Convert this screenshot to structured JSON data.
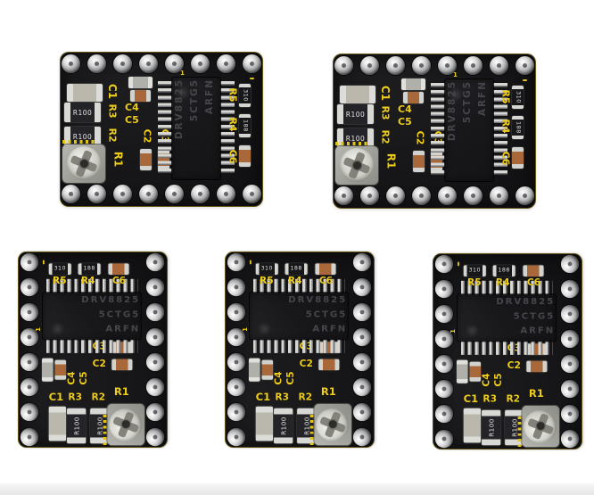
{
  "scene": {
    "description": "Product photo of five DRV8825 stepper motor driver modules on white background",
    "background_color": "#ffffff",
    "floor_band_color": "#e7e7e7",
    "board_count": 5
  },
  "module": {
    "name": "DRV8825 stepper driver module",
    "pcb_color": "#141416",
    "silkscreen_color": "#efcd1b",
    "pins_per_row": 8,
    "pin_rows": 2,
    "ic_leads_per_side": 13,
    "ic": {
      "line1": "DRV8825",
      "line2": "5CTG5",
      "line3": "ARFN"
    },
    "resistor_value": "R100",
    "chip_marking_1": "310",
    "chip_marking_2": "188",
    "labels": {
      "c1": "C1",
      "c2": "C2",
      "c3": "C3",
      "c4": "C4",
      "c5": "C5",
      "c6": "C6",
      "r1": "R1",
      "r2": "R2",
      "r3": "R3",
      "r4": "R4",
      "r5": "R5"
    },
    "tiny_mark": "1"
  },
  "boards": [
    {
      "position": "top-left",
      "orientation": "landscape"
    },
    {
      "position": "top-right",
      "orientation": "landscape"
    },
    {
      "position": "bottom-left",
      "orientation": "portrait"
    },
    {
      "position": "bottom-center",
      "orientation": "portrait"
    },
    {
      "position": "bottom-right",
      "orientation": "portrait"
    }
  ]
}
